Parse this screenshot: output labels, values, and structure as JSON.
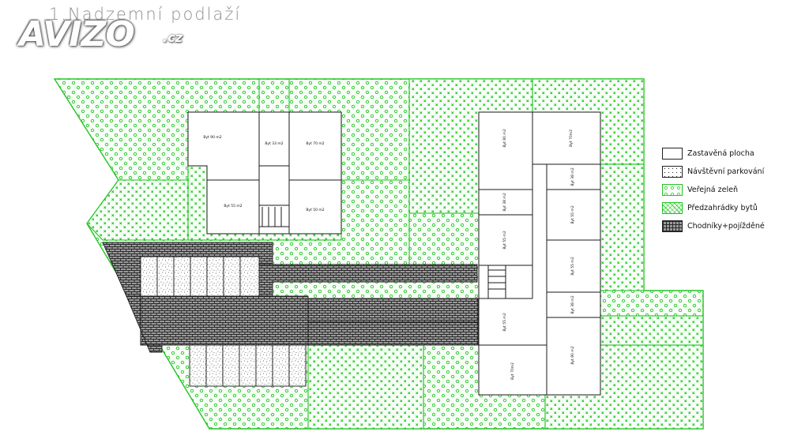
{
  "title": "1.Nadzemní podlaží",
  "logo": {
    "text": "AVIZO",
    "suffix": ".cz"
  },
  "colors": {
    "green": "#22c322",
    "green_fill": "#f7fff7",
    "line": "#1a1a1a"
  },
  "legend": [
    {
      "label": "Zastavěná plocha",
      "pattern": "white"
    },
    {
      "label": "Návštěvní parkování",
      "pattern": "dots"
    },
    {
      "label": "Veřejná zeleň",
      "pattern": "green-circles"
    },
    {
      "label": "Předzahrádky bytů",
      "pattern": "green-cross"
    },
    {
      "label": "Chodníky+pojížděné",
      "pattern": "pavers"
    }
  ],
  "flats_left": [
    {
      "label": "Byt 90 m2"
    },
    {
      "label": "Byt 33 m2"
    },
    {
      "label": "Byt 70 m2"
    },
    {
      "label": "Byt 55 m2"
    },
    {
      "label": "Byt 50 m2"
    }
  ],
  "flats_right": [
    {
      "label": "Byt 80 m2"
    },
    {
      "label": "Byt 70m2"
    },
    {
      "label": "Byt 38 m2"
    },
    {
      "label": "Byt 38 m2"
    },
    {
      "label": "Byt 55 m2"
    },
    {
      "label": "Byt 55 m2"
    },
    {
      "label": "Byt 55 m2"
    },
    {
      "label": "Byt 38 m2"
    },
    {
      "label": "Byt 55 m2"
    },
    {
      "label": "Byt 80 m2"
    },
    {
      "label": "Byt 70m2"
    }
  ]
}
